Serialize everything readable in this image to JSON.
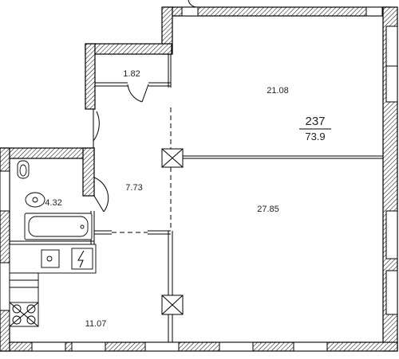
{
  "rooms": {
    "storage": "1.82",
    "living": "21.08",
    "hall": "7.73",
    "bathroom": "4.32",
    "bedroom": "27.85",
    "kitchen": "11.07"
  },
  "apartment": {
    "number": "237",
    "total_area": "73.9"
  }
}
